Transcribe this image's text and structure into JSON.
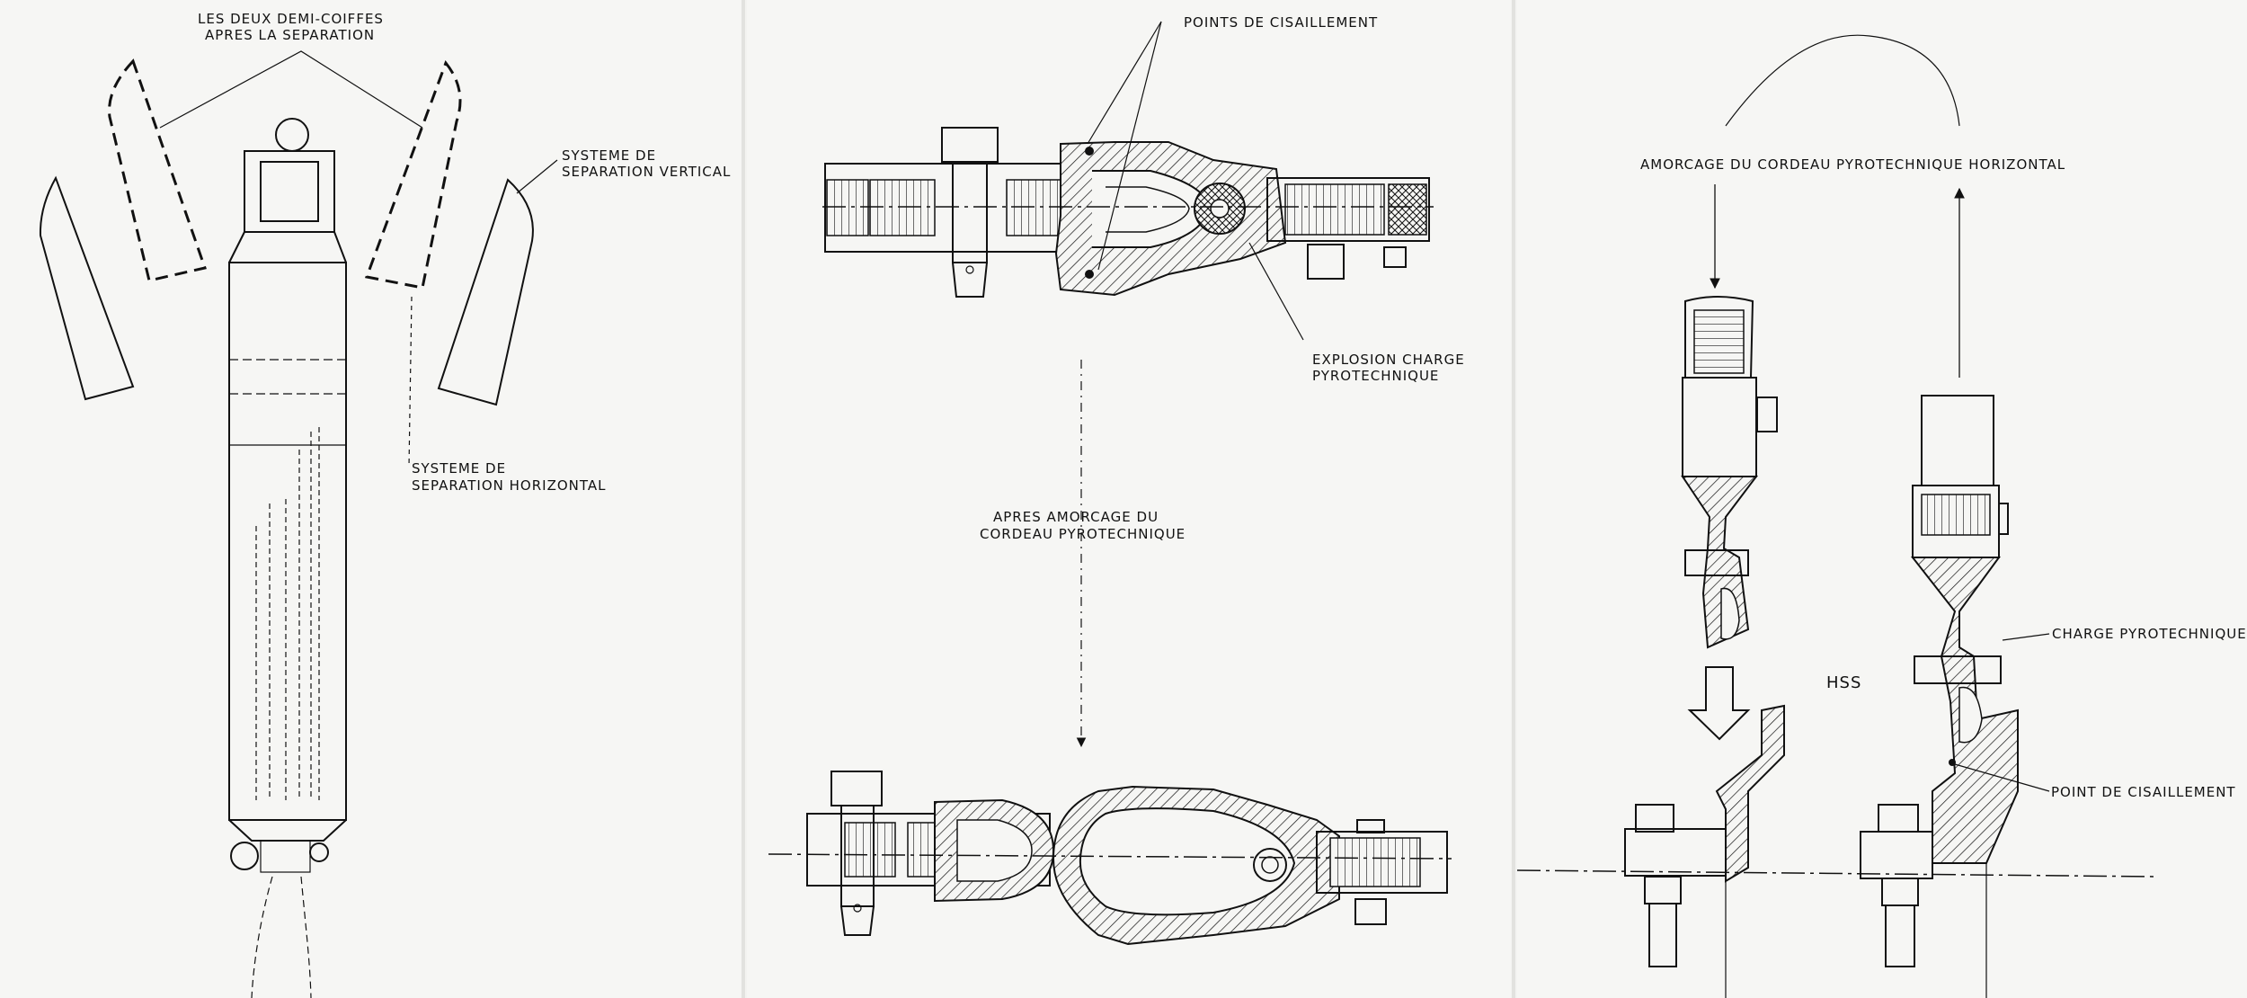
{
  "panel1": {
    "label_half_shells": [
      "LES DEUX DEMI-COIFFES",
      "APRES LA SEPARATION"
    ],
    "label_vertical_system": [
      "SYSTEME DE",
      "SEPARATION VERTICAL"
    ],
    "label_horizontal_system": [
      "SYSTEME DE",
      "SEPARATION HORIZONTAL"
    ]
  },
  "panel2": {
    "label_shear_points": "POINTS DE CISAILLEMENT",
    "label_explosion": [
      "EXPLOSION CHARGE",
      "PYROTECHNIQUE"
    ],
    "label_after_ignition": [
      "APRES AMORCAGE DU",
      "CORDEAU PYROTECHNIQUE"
    ]
  },
  "panel3": {
    "label_ignition_horizontal": "AMORCAGE DU CORDEAU PYROTECHNIQUE HORIZONTAL",
    "label_charge": "CHARGE PYROTECHNIQUE",
    "label_hss": "HSS",
    "label_shear_point": "POINT DE CISAILLEMENT"
  },
  "colors": {
    "ink": "#111111",
    "paper": "#f3f3f1",
    "divider": "#e2e2df"
  }
}
